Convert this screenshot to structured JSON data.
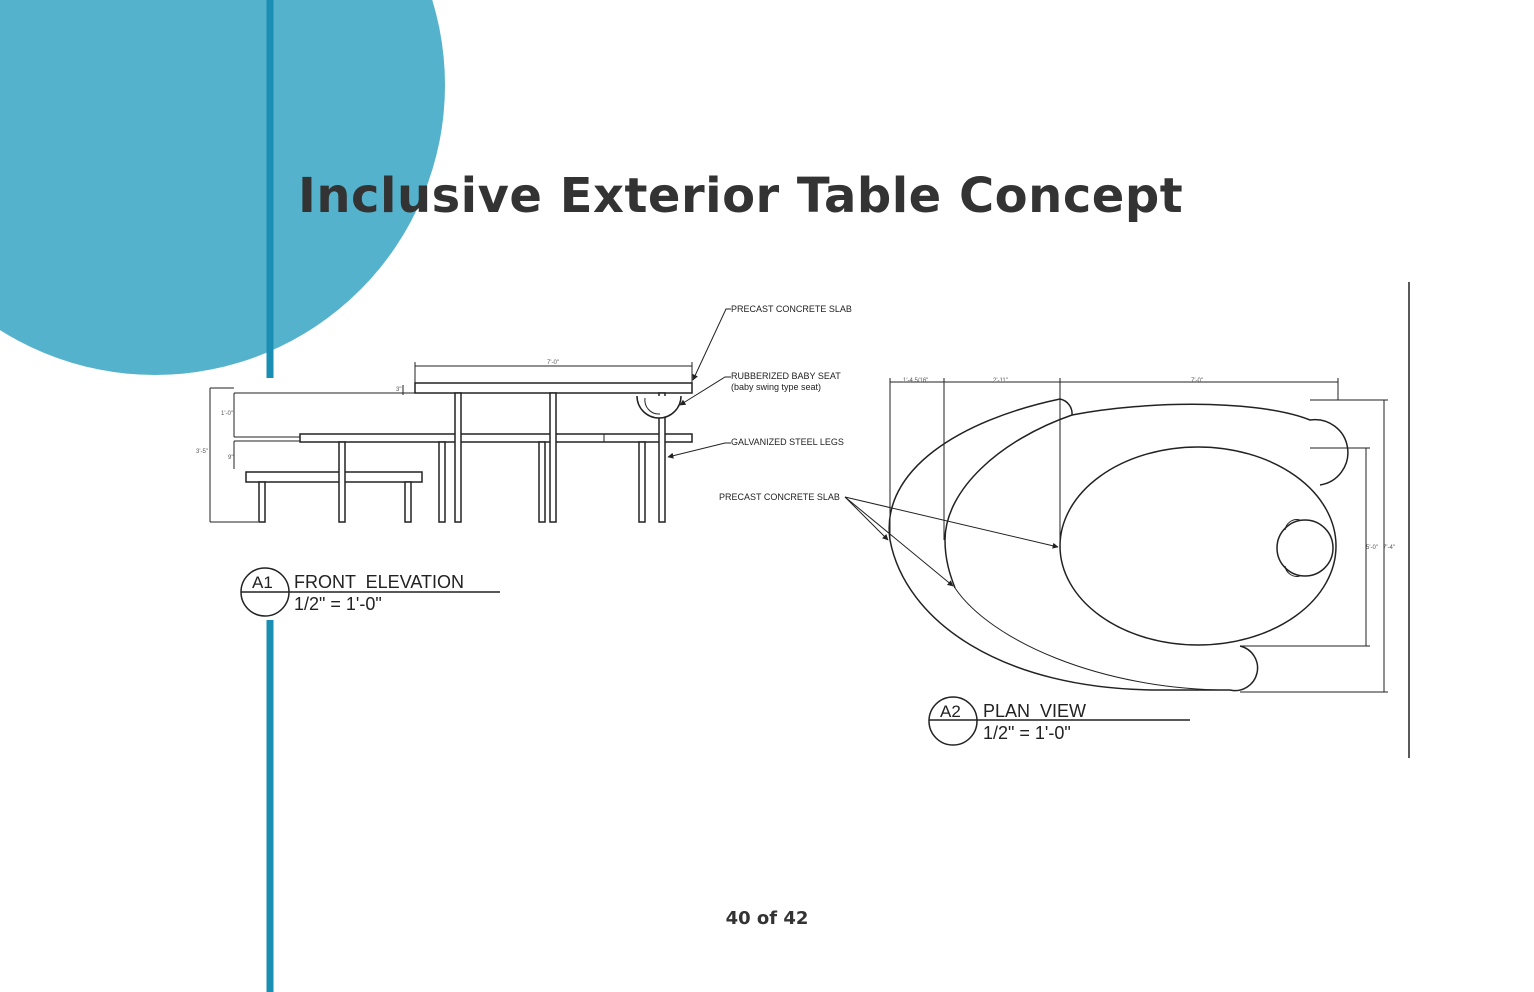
{
  "slide": {
    "title": "Inclusive Exterior Table Concept",
    "page_number": "40 of 42"
  },
  "colors": {
    "accent_circle": "#55b2cc",
    "accent_line": "#1a8fb3",
    "title_text": "#333333",
    "line_work": "#222222"
  },
  "front_elevation": {
    "callouts": {
      "precast_slab": "PRECAST CONCRETE SLAB",
      "baby_seat": "RUBBERIZED BABY SEAT",
      "baby_seat_note": "(baby swing type seat)",
      "steel_legs": "GALVANIZED STEEL LEGS"
    },
    "dimensions": {
      "top_length": "7'-0\"",
      "slab_thickness": "3\"",
      "upper_height": "1'-0\"",
      "overall_height": "3'-5\"",
      "seat_gap": "9\""
    },
    "tag": "A1",
    "label": "FRONT  ELEVATION",
    "scale": "1/2\" = 1'-0\""
  },
  "plan_view": {
    "callouts": {
      "precast_slab": "PRECAST CONCRETE SLAB"
    },
    "dimensions": {
      "d1": "1'-4 5/16\"",
      "d2": "2'-11\"",
      "d3": "7'-0\"",
      "d4": "5'-0\"",
      "d5": "7'-4\""
    },
    "tag": "A2",
    "label": "PLAN  VIEW",
    "scale": "1/2\" = 1'-0\""
  }
}
